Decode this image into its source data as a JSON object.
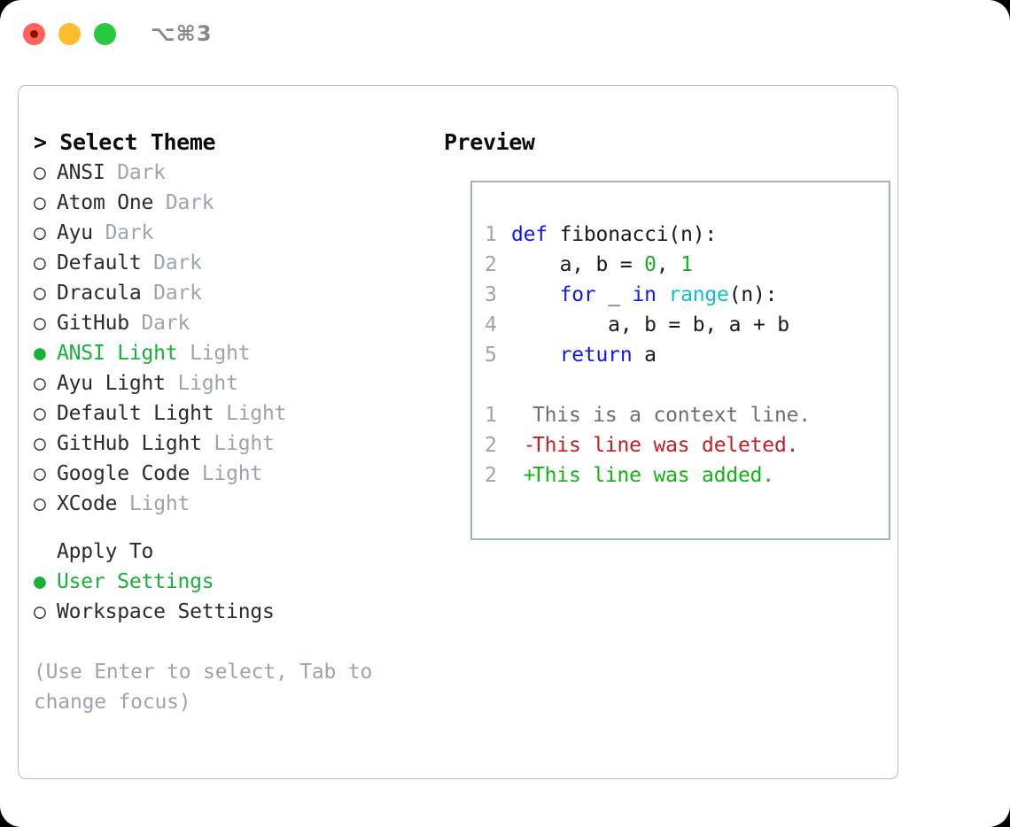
{
  "window": {
    "shortcut_label": "⌥⌘3",
    "traffic_lights": {
      "close": "close-button",
      "minimize": "minimize-button",
      "maximize": "maximize-button"
    }
  },
  "theme_panel": {
    "header": "> Select Theme",
    "items": [
      {
        "bullet": "○",
        "name": "ANSI",
        "variant": "Dark",
        "selected": false
      },
      {
        "bullet": "○",
        "name": "Atom One",
        "variant": "Dark",
        "selected": false
      },
      {
        "bullet": "○",
        "name": "Ayu",
        "variant": "Dark",
        "selected": false
      },
      {
        "bullet": "○",
        "name": "Default",
        "variant": "Dark",
        "selected": false
      },
      {
        "bullet": "○",
        "name": "Dracula",
        "variant": "Dark",
        "selected": false
      },
      {
        "bullet": "○",
        "name": "GitHub",
        "variant": "Dark",
        "selected": false
      },
      {
        "bullet": "●",
        "name": "ANSI Light",
        "variant": "Light",
        "selected": true
      },
      {
        "bullet": "○",
        "name": "Ayu Light",
        "variant": "Light",
        "selected": false
      },
      {
        "bullet": "○",
        "name": "Default Light",
        "variant": "Light",
        "selected": false
      },
      {
        "bullet": "○",
        "name": "GitHub Light",
        "variant": "Light",
        "selected": false
      },
      {
        "bullet": "○",
        "name": "Google Code",
        "variant": "Light",
        "selected": false
      },
      {
        "bullet": "○",
        "name": "XCode",
        "variant": "Light",
        "selected": false
      }
    ]
  },
  "apply_to": {
    "heading": "Apply To",
    "options": [
      {
        "bullet": "●",
        "label": "User Settings",
        "selected": true
      },
      {
        "bullet": "○",
        "label": "Workspace Settings",
        "selected": false
      }
    ]
  },
  "hint": "(Use Enter to select, Tab to change focus)",
  "preview": {
    "title": "Preview",
    "code_lines": [
      {
        "no": "1",
        "tokens": [
          {
            "t": "def",
            "c": "kw"
          },
          {
            "t": " fibonacci(n):",
            "c": "plain"
          }
        ]
      },
      {
        "no": "2",
        "tokens": [
          {
            "t": "    a, b = ",
            "c": "plain"
          },
          {
            "t": "0",
            "c": "num"
          },
          {
            "t": ", ",
            "c": "plain"
          },
          {
            "t": "1",
            "c": "num"
          }
        ]
      },
      {
        "no": "3",
        "tokens": [
          {
            "t": "    ",
            "c": "plain"
          },
          {
            "t": "for",
            "c": "kw"
          },
          {
            "t": " _ ",
            "c": "plain"
          },
          {
            "t": "in",
            "c": "kw"
          },
          {
            "t": " ",
            "c": "plain"
          },
          {
            "t": "range",
            "c": "fn"
          },
          {
            "t": "(n):",
            "c": "plain"
          }
        ]
      },
      {
        "no": "4",
        "tokens": [
          {
            "t": "        a, b = b, a + b",
            "c": "plain"
          }
        ]
      },
      {
        "no": "5",
        "tokens": [
          {
            "t": "    ",
            "c": "plain"
          },
          {
            "t": "return",
            "c": "kw"
          },
          {
            "t": " a",
            "c": "plain"
          }
        ]
      }
    ],
    "diff_lines": [
      {
        "no": "1",
        "mark": " ",
        "text": "This is a context line.",
        "kind": "diff-ctx"
      },
      {
        "no": "2",
        "mark": "-",
        "text": "This line was deleted.",
        "kind": "diff-del"
      },
      {
        "no": "2",
        "mark": "+",
        "text": "This line was added.",
        "kind": "diff-add"
      }
    ]
  },
  "colors": {
    "accent_selected": "#17b038",
    "muted": "#9aa4b2",
    "keyword": "#1018f0",
    "function": "#0fbfc9",
    "number": "#17b028",
    "diff_delete": "#c02020",
    "diff_add": "#13b313",
    "panel_border": "#b4bcc8"
  }
}
